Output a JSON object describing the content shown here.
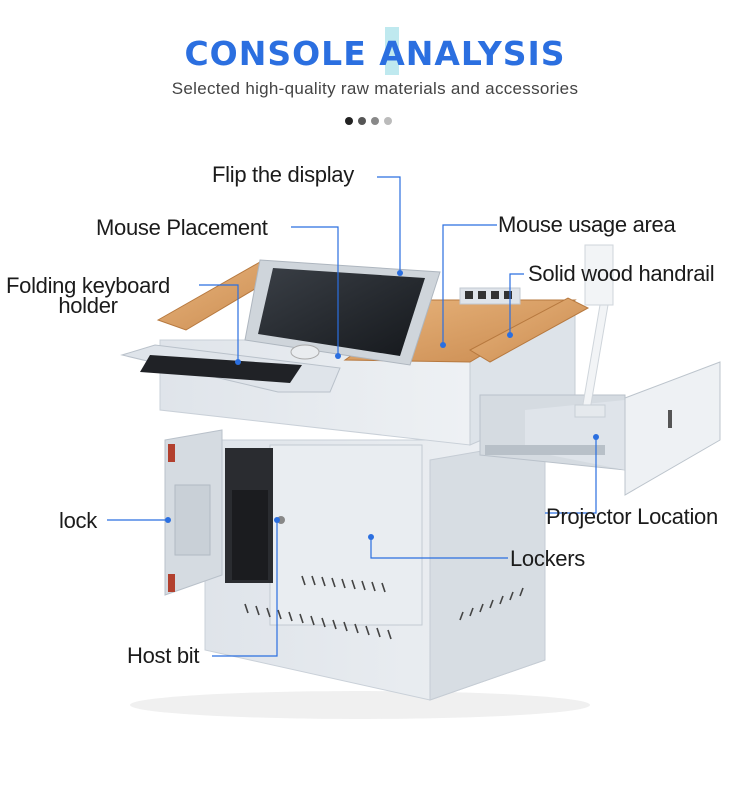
{
  "header": {
    "title": "CONSOLE ANALYSIS",
    "subtitle": "Selected high-quality raw materials and accessories",
    "title_color": "#2b6fe0",
    "dots": [
      "#222222",
      "#555555",
      "#888888",
      "#bbbbbb"
    ]
  },
  "callouts": {
    "flip_display": "Flip the display",
    "mouse_placement": "Mouse Placement",
    "mouse_usage_area": "Mouse usage area",
    "folding_keyboard_line1": "Folding keyboard",
    "folding_keyboard_line2": "holder",
    "solid_wood_handrail": "Solid wood handrail",
    "lock": "lock",
    "projector_location": "Projector Location",
    "lockers": "Lockers",
    "host_bit": "Host bit"
  },
  "colors": {
    "leader_line": "#2b6fe0",
    "cabinet": "#e4e9ee",
    "wood": "#d9a06a"
  }
}
